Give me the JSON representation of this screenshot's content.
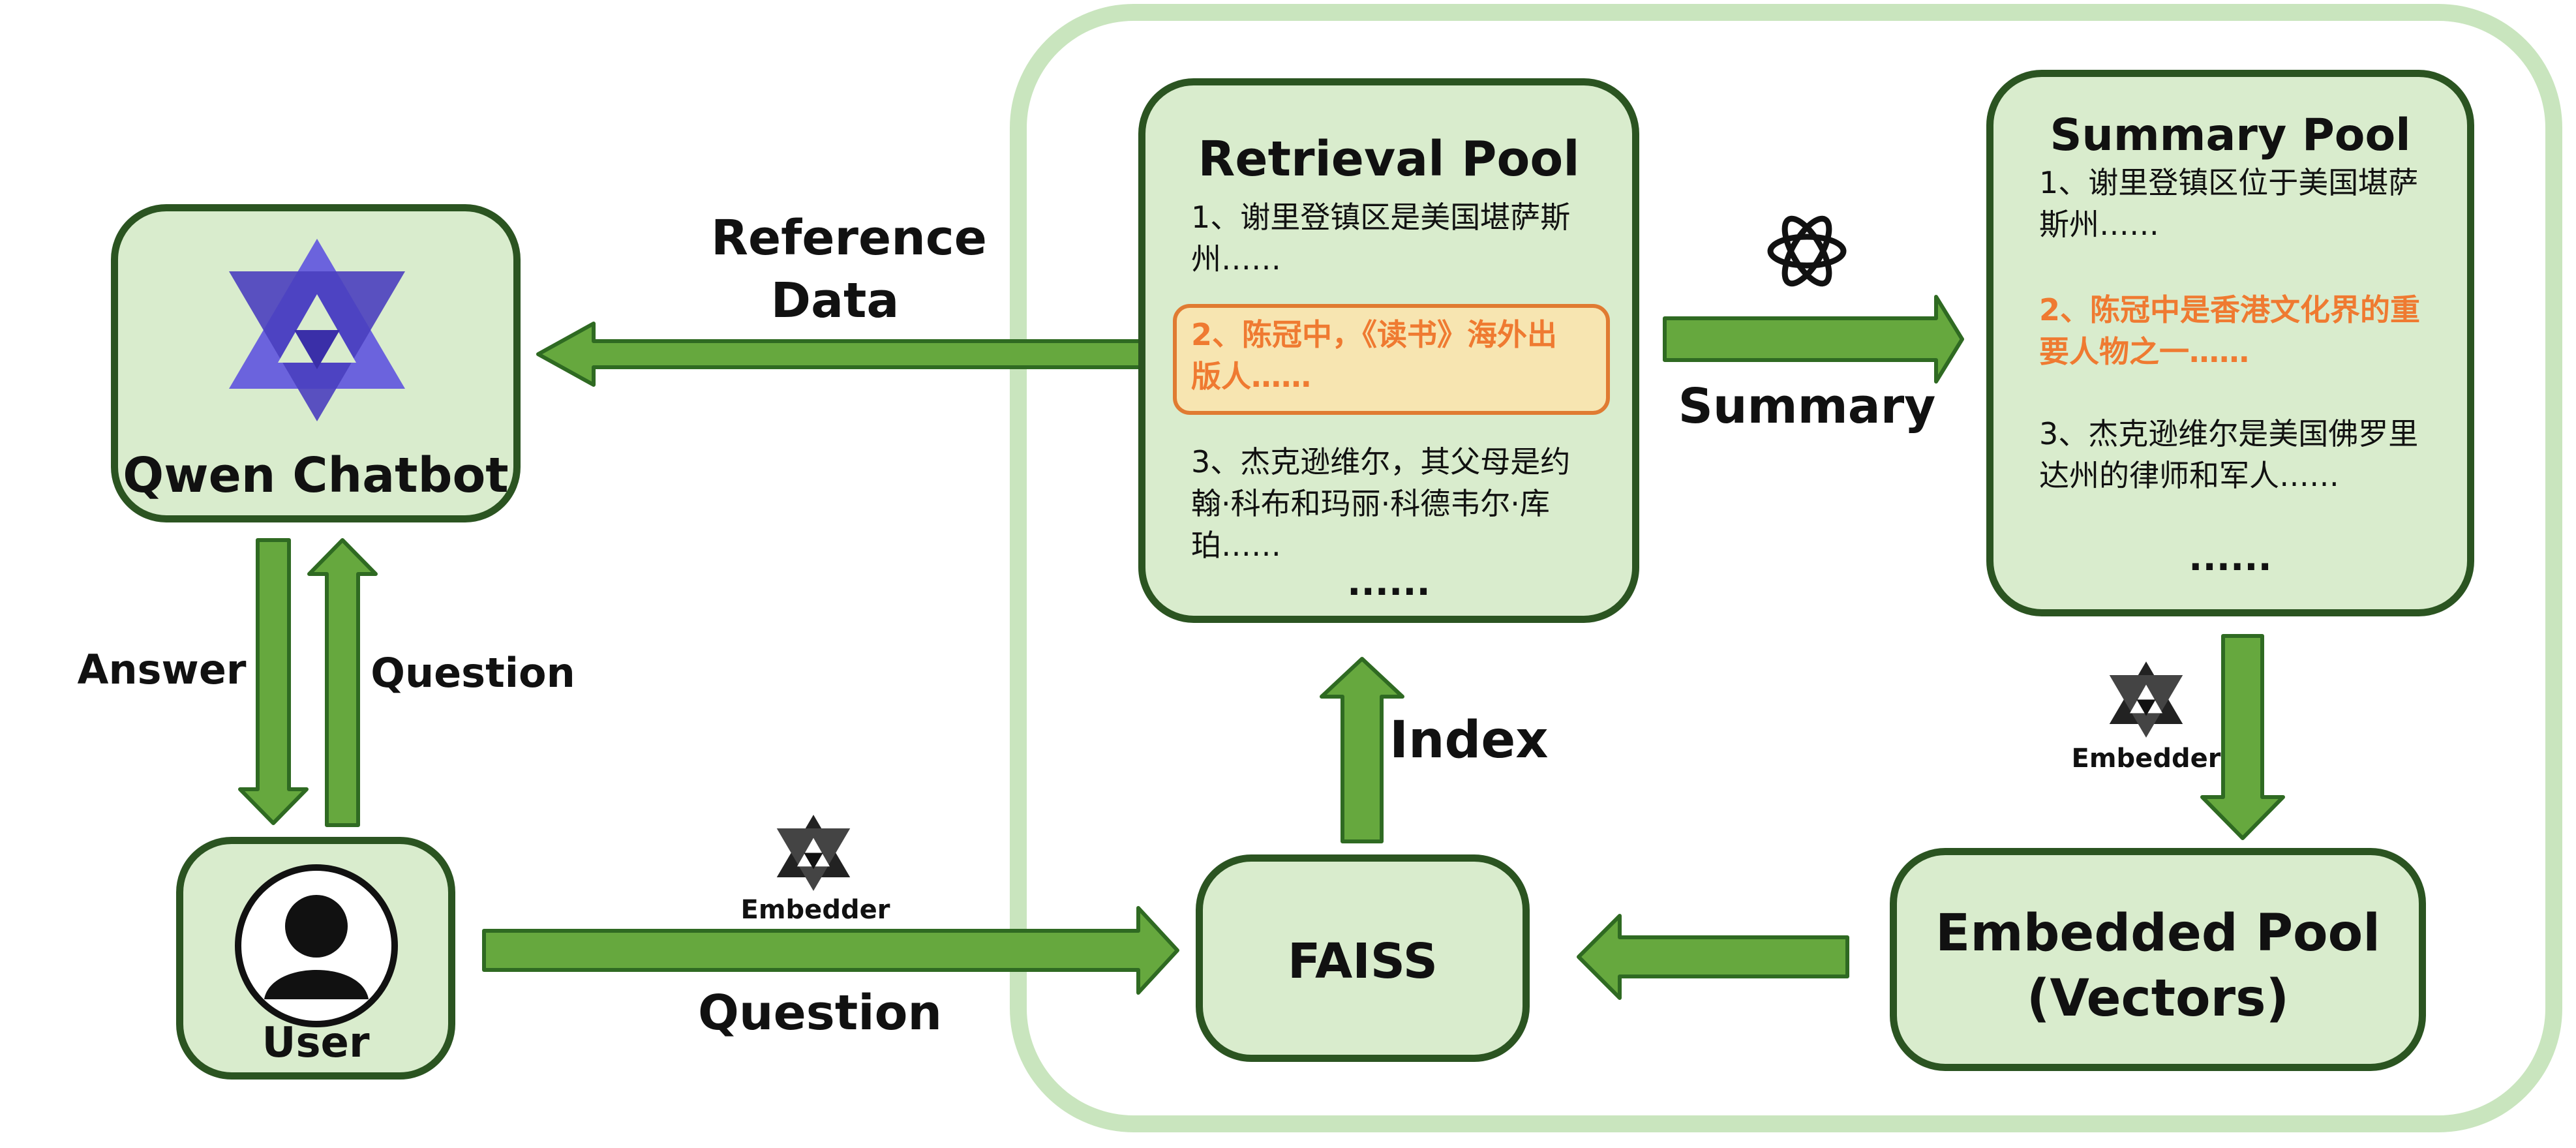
{
  "qwen_box": {
    "title": "Qwen Chatbot",
    "icon": "qwen-logo-icon"
  },
  "user_box": {
    "label": "User",
    "icon": "user-avatar-icon"
  },
  "retrieval_pool": {
    "title": "Retrieval Pool",
    "item1": "1、谢里登镇区是美国堪萨斯州……",
    "item2": "2、陈冠中，《读书》海外出版人……",
    "item3": "3、杰克逊维尔，其父母是约翰·科布和玛丽·科德韦尔·库珀……",
    "ellipsis": "......"
  },
  "summary_pool": {
    "title": "Summary Pool",
    "item1": "1、谢里登镇区位于美国堪萨斯州……",
    "item2": "2、陈冠中是香港文化界的重要人物之一……",
    "item3": "3、杰克逊维尔是美国佛罗里达州的律师和军人……",
    "ellipsis": "......"
  },
  "faiss_box": {
    "label": "FAISS"
  },
  "embedded_pool": {
    "line1": "Embedded Pool",
    "line2": "(Vectors)"
  },
  "labels": {
    "reference_line1": "Reference",
    "reference_line2": "Data",
    "summary": "Summary",
    "answer": "Answer",
    "question_vertical": "Question",
    "question_bottom": "Question",
    "index": "Index",
    "embedder_bottom": "Embedder",
    "embedder_right": "Embedder"
  },
  "colors": {
    "box_fill": "#d9eccd",
    "box_border": "#2b5421",
    "region_border": "#c9e5be",
    "arrow_fill": "#66a83e",
    "arrow_stroke": "#2f6a22",
    "highlight_text": "#ef7a31",
    "qwen_purple": "#5b4fd0"
  }
}
